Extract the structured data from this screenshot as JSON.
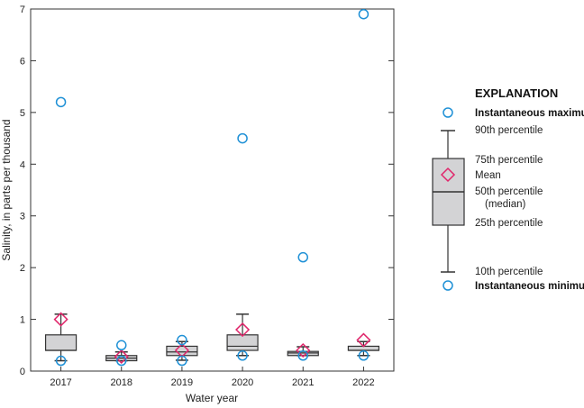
{
  "chart_data": {
    "type": "box",
    "title": "",
    "xlabel": "Water year",
    "ylabel": "Salinity, in parts per thousand",
    "ylim": [
      0,
      7
    ],
    "yticks": [
      "0",
      "1",
      "2",
      "3",
      "4",
      "5",
      "6",
      "7"
    ],
    "grid": false,
    "categories": [
      "2017",
      "2018",
      "2019",
      "2020",
      "2021",
      "2022"
    ],
    "series": [
      {
        "p10": 0.2,
        "p25": 0.4,
        "median": 0.4,
        "p75": 0.7,
        "p90": 1.1,
        "mean": 1.0,
        "min": 0.2,
        "max": 5.2
      },
      {
        "p10": 0.2,
        "p25": 0.2,
        "median": 0.25,
        "p75": 0.3,
        "p90": 0.37,
        "mean": 0.28,
        "min": 0.2,
        "max": 0.5
      },
      {
        "p10": 0.21,
        "p25": 0.3,
        "median": 0.37,
        "p75": 0.48,
        "p90": 0.57,
        "mean": 0.4,
        "min": 0.2,
        "max": 0.6
      },
      {
        "p10": 0.3,
        "p25": 0.4,
        "median": 0.48,
        "p75": 0.7,
        "p90": 1.1,
        "mean": 0.8,
        "min": 0.3,
        "max": 4.5
      },
      {
        "p10": 0.3,
        "p25": 0.3,
        "median": 0.35,
        "p75": 0.38,
        "p90": 0.47,
        "mean": 0.4,
        "min": 0.3,
        "max": 2.2
      },
      {
        "p10": 0.3,
        "p25": 0.4,
        "median": 0.4,
        "p75": 0.48,
        "p90": 0.57,
        "mean": 0.6,
        "min": 0.3,
        "max": 6.9
      }
    ],
    "colors": {
      "box_fill": "#d3d3d5",
      "box_stroke": "#333333",
      "mean": "#e0266b",
      "extreme": "#1e90d6"
    },
    "legend": {
      "placement": "right",
      "title": "EXPLANATION",
      "max": "Instantaneous maximum",
      "p90": "90th percentile",
      "p75": "75th percentile",
      "mean": "Mean",
      "median": "50th percentile",
      "median2": "(median)",
      "p25": "25th percentile",
      "p10": "10th percentile",
      "min": "Instantaneous minimum"
    }
  }
}
